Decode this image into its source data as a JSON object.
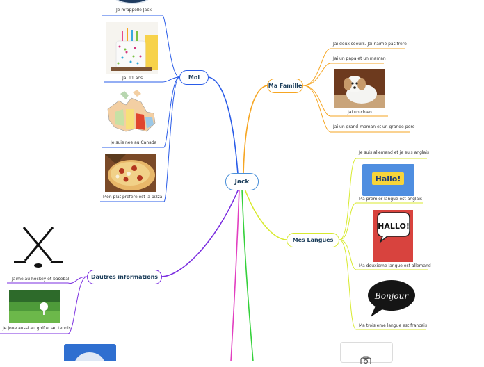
{
  "root": {
    "label": "Jack"
  },
  "branches": {
    "moi": {
      "label": "Moi",
      "items": [
        {
          "text": "Je m'appelle Jack",
          "image": "avatar-badge"
        },
        {
          "text": "Jai 11 ans",
          "image": "birthday-cake"
        },
        {
          "text": "Je suis nee au Canada",
          "image": "canada-map"
        },
        {
          "text": "Mon plat prefere est la pizza",
          "image": "pizza"
        }
      ]
    },
    "famille": {
      "label": "Ma Famille",
      "items": [
        {
          "text": "Jai deux soeurs. Jai naime pas frere"
        },
        {
          "text": "Jai un papa et un maman"
        },
        {
          "text": "Jai un chien",
          "image": "dog"
        },
        {
          "text": "Jai un grand-maman et un grande-pere"
        }
      ]
    },
    "langues": {
      "label": "Mes Langues",
      "items": [
        {
          "text": "Je suis allemand et je suis anglais"
        },
        {
          "text": "Ma premier langue est anglais",
          "image": "hallo-blue"
        },
        {
          "text": "Ma deuxieme langue est allemand",
          "image": "hallo-red"
        },
        {
          "text": "Ma troisieme langue est francais",
          "image": "bonjour-bubble"
        }
      ]
    },
    "autres": {
      "label": "Dautres informations",
      "items": [
        {
          "text": "Jaime au hockey et baseball",
          "image": "hockey-sticks"
        },
        {
          "text": "Je joue aussi au golf et au tennis",
          "image": "golf-ball"
        }
      ]
    }
  },
  "colors": {
    "moi": "#2a5ce8",
    "famille": "#f6a623",
    "langues": "#d8ea2f",
    "autres": "#7b2ee0",
    "pink": "#e23fc0",
    "green": "#35d13b",
    "node_text": "#1b3d5a"
  },
  "icons": [
    "camera-icon"
  ]
}
